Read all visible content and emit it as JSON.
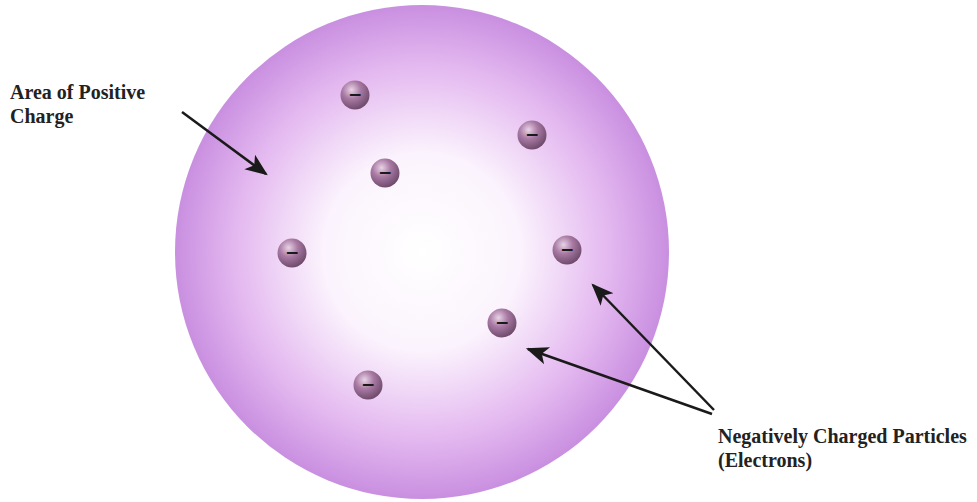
{
  "diagram": {
    "nodes": [
      {
        "text": [
          "−"
        ]
      },
      {
        "text": [
          "−"
        ]
      },
      {
        "text": [
          "−"
        ]
      },
      {
        "text": [
          "−"
        ]
      },
      {
        "text": [
          "−"
        ]
      },
      {
        "text": [
          "−"
        ]
      },
      {
        "text": [
          "−"
        ]
      }
    ],
    "labels": [
      "Area of Positive Charge",
      "Negatively Charged Particles (Electrons)"
    ]
  }
}
